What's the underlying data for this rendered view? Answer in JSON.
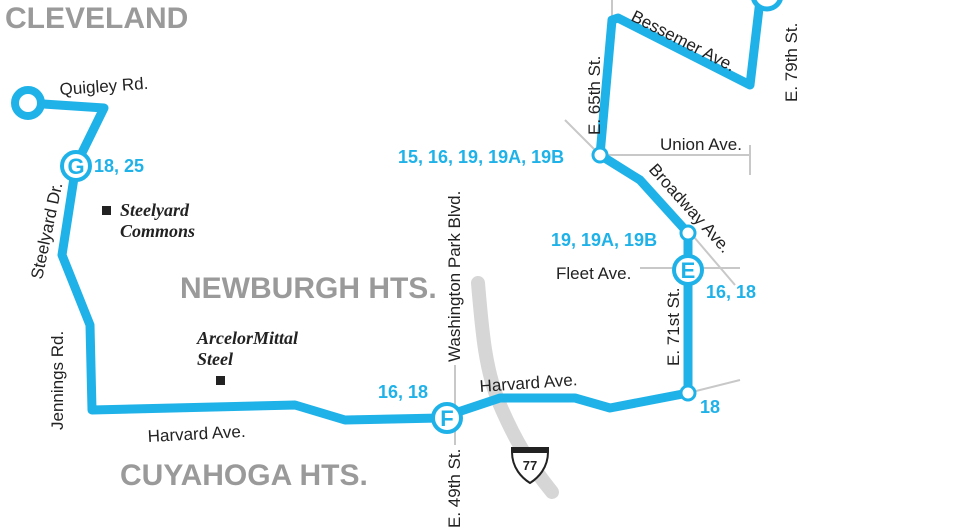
{
  "map": {
    "areas": {
      "cleveland": "CLEVELAND",
      "newburgh": "NEWBURGH HTS.",
      "cuyahoga": "CUYAHOGA HTS."
    },
    "streets": {
      "quigley": "Quigley Rd.",
      "steelyard": "Steelyard Dr.",
      "jennings": "Jennings Rd.",
      "harvard_west": "Harvard Ave.",
      "harvard_east": "Harvard Ave.",
      "washington_park": "Washington Park Blvd.",
      "e49": "E. 49th St.",
      "e65": "E. 65th St.",
      "union": "Union Ave.",
      "broadway": "Broadway Ave.",
      "fleet": "Fleet Ave.",
      "e71": "E. 71st St.",
      "bessemer": "Bessemer Ave.",
      "e79": "E. 79th St."
    },
    "places": {
      "steelyard_commons_1": "Steelyard",
      "steelyard_commons_2": "Commons",
      "arcelor_1": "ArcelorMittal",
      "arcelor_2": "Steel"
    },
    "stops": {
      "G": {
        "letter": "G",
        "routes": "18, 25"
      },
      "F": {
        "letter": "F",
        "routes": "16, 18"
      },
      "E": {
        "letter": "E",
        "routes": "16, 18"
      },
      "union_routes": "15, 16, 19, 19A, 19B",
      "broadway_routes": "19, 19A, 19B",
      "harvard_e71_routes": "18"
    },
    "interstate": "77",
    "colors": {
      "route": "#1fb2e8",
      "street_line": "#c8c8c8",
      "highway": "#d6d6d6",
      "area_label": "#9a9a9a"
    }
  }
}
